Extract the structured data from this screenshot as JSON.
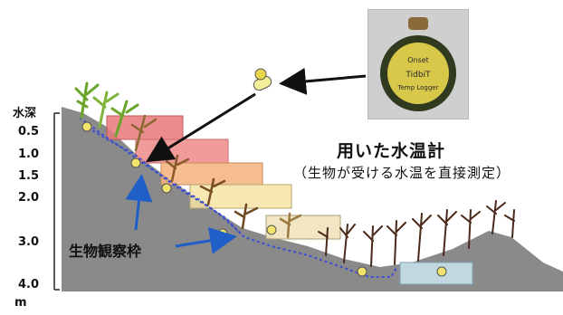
{
  "axis": {
    "title": "水深",
    "unit": "m",
    "ticks": [
      "0.5",
      "1.0",
      "1.5",
      "2.0",
      "3.0",
      "4.0"
    ]
  },
  "diagram": {
    "title": "用いた水温計",
    "subtitle": "（生物が受ける水温を直接測定）",
    "frame_label": "生物観察枠",
    "logger_text": [
      "Onset",
      "TidbiT",
      "Temp Logger"
    ]
  },
  "colors": {
    "slope": "#8a8a8a",
    "depth_bands": [
      "#e8787a",
      "#f08a8a",
      "#f4b27c",
      "#f6e3a6",
      "#efe1b8",
      "#c6e0ea"
    ],
    "frame_line": "#3a4fd0",
    "arrow_black": "#111111",
    "arrow_blue": "#1f5fc7"
  }
}
